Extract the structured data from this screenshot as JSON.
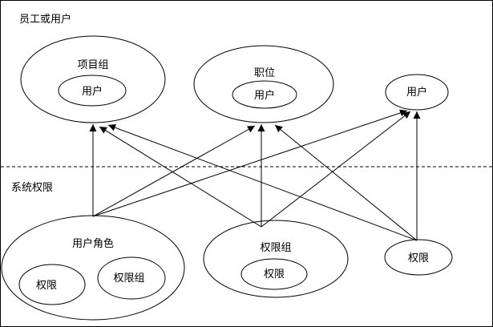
{
  "sections": {
    "top_label": "员工或用户",
    "bottom_label": "系统权限"
  },
  "nodes": {
    "project_group": {
      "label": "项目组",
      "inner": "用户"
    },
    "position": {
      "label": "职位",
      "inner": "用户"
    },
    "user": {
      "label": "用户"
    },
    "user_role": {
      "label": "用户角色",
      "inner_left": "权限",
      "inner_right": "权限组"
    },
    "permission_group": {
      "label": "权限组",
      "inner": "权限"
    },
    "permission": {
      "label": "权限"
    }
  },
  "colors": {
    "stroke": "#000000",
    "background": "#ffffff"
  }
}
